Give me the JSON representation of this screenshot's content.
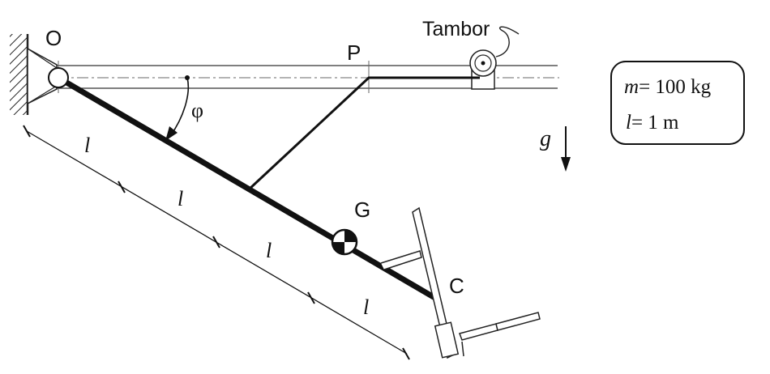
{
  "labels": {
    "point_o": "O",
    "point_p": "P",
    "point_g": "G",
    "point_c": "C",
    "drum": "Tambor",
    "angle": "φ",
    "gravity": "g"
  },
  "segment_label": "l",
  "params": {
    "mass_symbol": "m",
    "mass_value": "= 100 kg",
    "length_symbol": "l",
    "length_value": "= 1 m"
  }
}
